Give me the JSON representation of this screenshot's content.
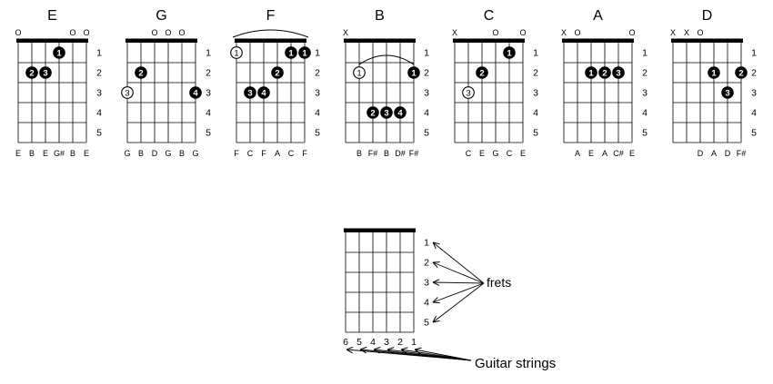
{
  "fret_numbers": [
    "1",
    "2",
    "3",
    "4",
    "5"
  ],
  "chords": [
    {
      "name": "E",
      "markers": [
        {
          "string": 0,
          "type": "O"
        },
        {
          "string": 4,
          "type": "O"
        },
        {
          "string": 5,
          "type": "O"
        }
      ],
      "fingers": [
        {
          "string": 3,
          "fret": 1,
          "label": "1",
          "style": "filled"
        },
        {
          "string": 1,
          "fret": 2,
          "label": "2",
          "style": "filled"
        },
        {
          "string": 2,
          "fret": 2,
          "label": "3",
          "style": "filled"
        }
      ],
      "notes": [
        "E",
        "B",
        "E",
        "G#",
        "B",
        "E"
      ]
    },
    {
      "name": "G",
      "markers": [
        {
          "string": 2,
          "type": "O"
        },
        {
          "string": 3,
          "type": "O"
        },
        {
          "string": 4,
          "type": "O"
        }
      ],
      "fingers": [
        {
          "string": 1,
          "fret": 2,
          "label": "2",
          "style": "filled"
        },
        {
          "string": 0,
          "fret": 3,
          "label": "3",
          "style": "outline"
        },
        {
          "string": 5,
          "fret": 3,
          "label": "4",
          "style": "filled"
        }
      ],
      "notes": [
        "G",
        "B",
        "D",
        "G",
        "B",
        "G"
      ]
    },
    {
      "name": "F",
      "markers": [],
      "barre": {
        "fret": 1,
        "from": 0,
        "to": 5
      },
      "fingers": [
        {
          "string": 0,
          "fret": 1,
          "label": "1",
          "style": "outline"
        },
        {
          "string": 4,
          "fret": 1,
          "label": "1",
          "style": "filled"
        },
        {
          "string": 5,
          "fret": 1,
          "label": "1",
          "style": "filled"
        },
        {
          "string": 3,
          "fret": 2,
          "label": "2",
          "style": "filled"
        },
        {
          "string": 1,
          "fret": 3,
          "label": "3",
          "style": "filled"
        },
        {
          "string": 2,
          "fret": 3,
          "label": "4",
          "style": "filled"
        }
      ],
      "notes": [
        "F",
        "C",
        "F",
        "A",
        "C",
        "F"
      ]
    },
    {
      "name": "B",
      "markers": [
        {
          "string": 0,
          "type": "X"
        }
      ],
      "barre": {
        "fret": 2,
        "from": 1,
        "to": 5
      },
      "fingers": [
        {
          "string": 1,
          "fret": 2,
          "label": "1",
          "style": "outline"
        },
        {
          "string": 5,
          "fret": 2,
          "label": "1",
          "style": "filled"
        },
        {
          "string": 2,
          "fret": 4,
          "label": "2",
          "style": "filled"
        },
        {
          "string": 3,
          "fret": 4,
          "label": "3",
          "style": "filled"
        },
        {
          "string": 4,
          "fret": 4,
          "label": "4",
          "style": "filled"
        }
      ],
      "notes": [
        "",
        "B",
        "F#",
        "B",
        "D#",
        "F#"
      ]
    },
    {
      "name": "C",
      "markers": [
        {
          "string": 0,
          "type": "X"
        },
        {
          "string": 3,
          "type": "O"
        },
        {
          "string": 5,
          "type": "O"
        }
      ],
      "fingers": [
        {
          "string": 4,
          "fret": 1,
          "label": "1",
          "style": "filled"
        },
        {
          "string": 2,
          "fret": 2,
          "label": "2",
          "style": "filled"
        },
        {
          "string": 1,
          "fret": 3,
          "label": "3",
          "style": "outline"
        }
      ],
      "notes": [
        "",
        "C",
        "E",
        "G",
        "C",
        "E"
      ]
    },
    {
      "name": "A",
      "markers": [
        {
          "string": 0,
          "type": "X"
        },
        {
          "string": 1,
          "type": "O"
        },
        {
          "string": 5,
          "type": "O"
        }
      ],
      "fingers": [
        {
          "string": 2,
          "fret": 2,
          "label": "1",
          "style": "filled"
        },
        {
          "string": 3,
          "fret": 2,
          "label": "2",
          "style": "filled"
        },
        {
          "string": 4,
          "fret": 2,
          "label": "3",
          "style": "filled"
        }
      ],
      "notes": [
        "",
        "A",
        "E",
        "A",
        "C#",
        "E"
      ]
    },
    {
      "name": "D",
      "markers": [
        {
          "string": 0,
          "type": "X"
        },
        {
          "string": 1,
          "type": "X"
        },
        {
          "string": 2,
          "type": "O"
        }
      ],
      "fingers": [
        {
          "string": 3,
          "fret": 2,
          "label": "1",
          "style": "filled"
        },
        {
          "string": 5,
          "fret": 2,
          "label": "2",
          "style": "filled"
        },
        {
          "string": 4,
          "fret": 3,
          "label": "3",
          "style": "filled"
        }
      ],
      "notes": [
        "",
        "",
        "D",
        "A",
        "D",
        "F#"
      ]
    }
  ],
  "legend": {
    "fret_numbers": [
      "1",
      "2",
      "3",
      "4",
      "5"
    ],
    "string_numbers": [
      "6",
      "5",
      "4",
      "3",
      "2",
      "1"
    ],
    "frets_label": "frets",
    "strings_label": "Guitar strings"
  },
  "colors": {
    "ink": "#000000",
    "background": "#ffffff"
  }
}
